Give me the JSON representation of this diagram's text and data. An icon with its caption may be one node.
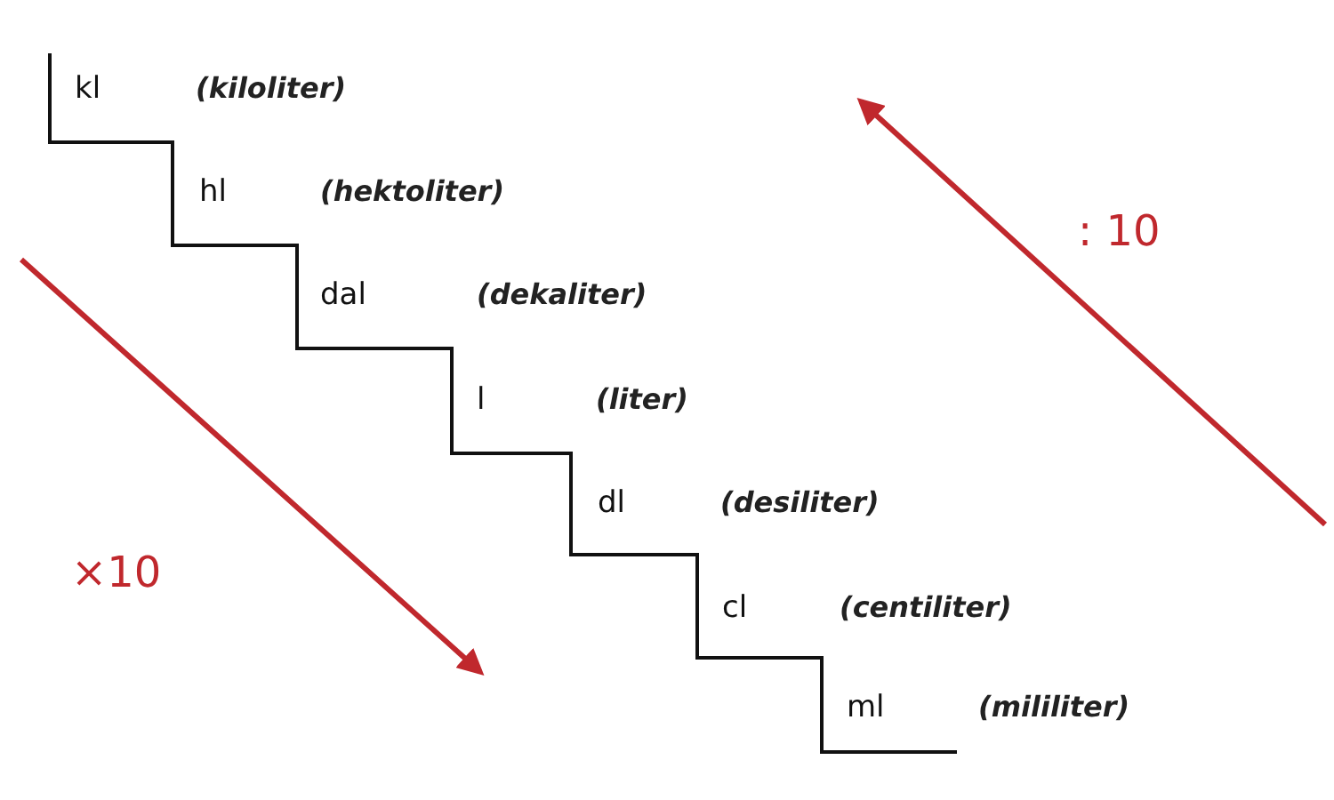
{
  "diagram": {
    "labels": [
      "kl",
      "(kiloliter)",
      "hl",
      "(hektoliter)",
      ": 10",
      "dal",
      "(dekaliter)",
      "l",
      "(liter)",
      "dl",
      "(desiliter)",
      "×10",
      "cl",
      "(centiliter)",
      "ml",
      "(mililiter)"
    ]
  }
}
